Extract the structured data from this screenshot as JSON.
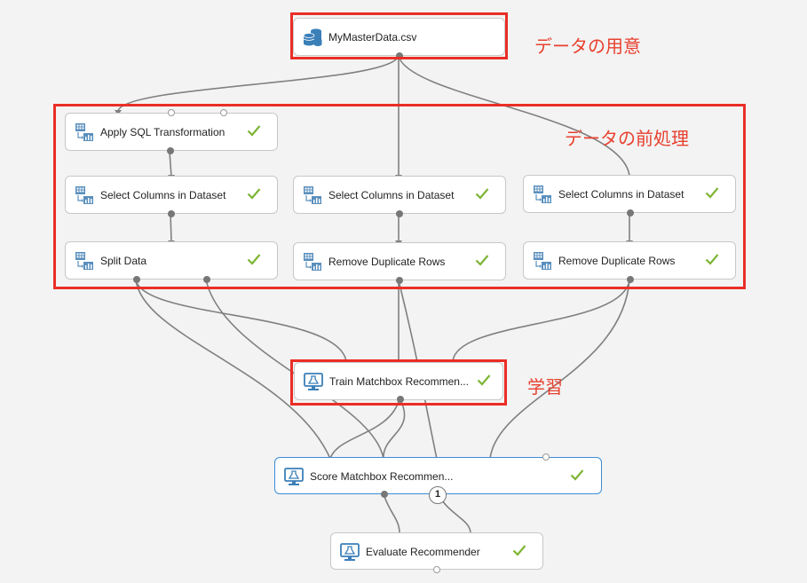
{
  "nodes": {
    "dataset": {
      "label": "MyMasterData.csv",
      "icon": "dataset-icon"
    },
    "sql": {
      "label": "Apply SQL Transformation",
      "icon": "module-icon",
      "status": "completed"
    },
    "sel1": {
      "label": "Select Columns in Dataset",
      "icon": "module-icon",
      "status": "completed"
    },
    "sel2": {
      "label": "Select Columns in Dataset",
      "icon": "module-icon",
      "status": "completed"
    },
    "sel3": {
      "label": "Select Columns in Dataset",
      "icon": "module-icon",
      "status": "completed"
    },
    "split": {
      "label": "Split Data",
      "icon": "module-icon",
      "status": "completed"
    },
    "dup2": {
      "label": "Remove Duplicate Rows",
      "icon": "module-icon",
      "status": "completed"
    },
    "dup3": {
      "label": "Remove Duplicate Rows",
      "icon": "module-icon",
      "status": "completed"
    },
    "train": {
      "label": "Train Matchbox Recommen...",
      "icon": "experiment-icon",
      "status": "completed"
    },
    "score": {
      "label": "Score Matchbox Recommen...",
      "icon": "experiment-icon",
      "status": "completed",
      "badge": "1"
    },
    "eval": {
      "label": "Evaluate Recommender",
      "icon": "experiment-icon",
      "status": "completed"
    }
  },
  "annotations": {
    "prep": "データの用意",
    "preprocess": "データの前処理",
    "learn": "学習"
  },
  "colors": {
    "annotation": "#e8412f",
    "check": "#7db534",
    "selected_border": "#3b8ed6",
    "wire": "#808080"
  }
}
